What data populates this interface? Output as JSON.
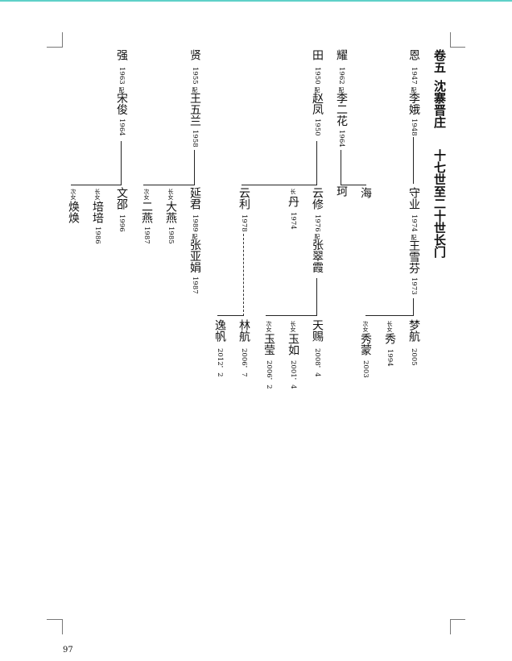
{
  "header": {
    "volume": "卷五",
    "place": "沈寨晋庄",
    "branch": "十七世至二十世长门"
  },
  "gen17": {
    "en": {
      "name": "恩",
      "year": "1947",
      "spouse_mark": "配",
      "spouse": "李娥",
      "spouse_year": "1948"
    },
    "yao": {
      "name": "耀",
      "year": "1962",
      "spouse_mark": "配",
      "spouse": "李二花",
      "spouse_year": "1964"
    },
    "tian": {
      "name": "田",
      "year": "1950",
      "spouse_mark": "配",
      "spouse": "赵凤",
      "spouse_year": "1950"
    },
    "xian": {
      "name": "贤",
      "year": "1955",
      "spouse_mark": "配",
      "spouse": "王五兰",
      "spouse_year": "1958"
    },
    "qiang": {
      "name": "强",
      "year": "1963",
      "spouse_mark": "配",
      "spouse": "宋俊",
      "spouse_year": "1964"
    }
  },
  "gen18": {
    "shouye": {
      "name": "守业",
      "year": "1974",
      "spouse_mark": "配",
      "spouse": "王雪芬",
      "spouse_year": "1973"
    },
    "hai": {
      "name": "海"
    },
    "ke": {
      "name": "珂"
    },
    "yunxiu": {
      "name": "云修",
      "year": "1976",
      "spouse_mark": "配",
      "spouse": "张翠霞"
    },
    "yunli": {
      "name": "云利",
      "year": "1978"
    },
    "dan": {
      "mark": "长",
      "name": "丹",
      "year": "1974"
    },
    "yanjun": {
      "name": "延君",
      "year": "1989",
      "spouse_mark": "配",
      "spouse": "张亚娟",
      "spouse_year": "1987"
    },
    "dayan": {
      "mark": "长女",
      "name": "大燕",
      "year": "1985"
    },
    "eryan": {
      "mark": "次女",
      "name": "二燕",
      "year": "1987"
    },
    "wenshao": {
      "name": "文邵",
      "year": "1996"
    },
    "peipei": {
      "mark": "长女",
      "name": "培培",
      "year": "1986"
    },
    "huanhuan": {
      "mark": "次女",
      "name": "焕焕"
    }
  },
  "gen19": {
    "menghang": {
      "name": "梦航",
      "year": "2005"
    },
    "xiu": {
      "mark": "长女",
      "name": "秀",
      "year": "1994"
    },
    "xiumeng": {
      "mark": "次女",
      "name": "秀蒙",
      "year": "2003"
    },
    "tianci": {
      "name": "天赐",
      "year": "2008．4"
    },
    "yuru": {
      "mark": "长女",
      "name": "玉如",
      "year": "2001．4"
    },
    "yuying": {
      "mark": "次女",
      "name": "玉莹",
      "year": "2006．2"
    },
    "linhang": {
      "name": "林航",
      "year": "2006．7"
    },
    "yifan": {
      "name": "逸帆",
      "year": "2012．2"
    }
  },
  "footer": {
    "page_number": "97"
  }
}
